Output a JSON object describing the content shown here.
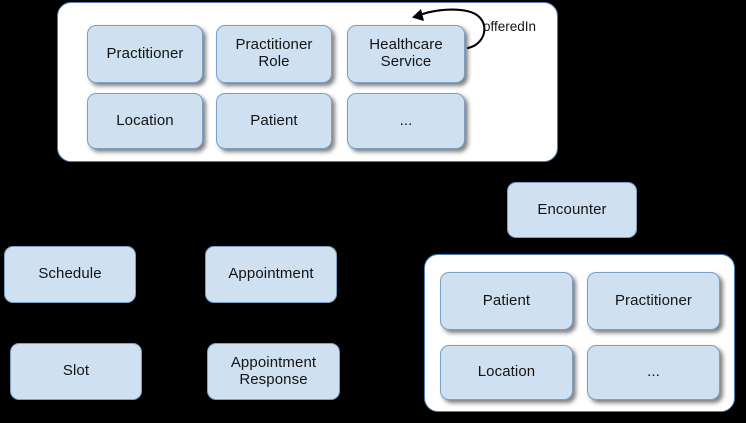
{
  "diagram": {
    "title": "FHIR scheduling resource grouping diagram",
    "background_color": "#000000",
    "box_fill": "#cfe0f1",
    "box_border": "#7ba0c4",
    "panel_fill": "#ffffff",
    "panel_border": "#4f81bd"
  },
  "top_panel": {
    "name": "top-resource-group",
    "boxes": [
      {
        "label": "Practitioner"
      },
      {
        "label": "Practitioner\nRole"
      },
      {
        "label": "Healthcare\nService"
      },
      {
        "label": "Location"
      },
      {
        "label": "Patient"
      },
      {
        "label": "..."
      }
    ]
  },
  "edge": {
    "label": "offeredIn",
    "type": "self-loop",
    "source": "Healthcare Service",
    "target": "Healthcare Service"
  },
  "encounter": {
    "label": "Encounter"
  },
  "left_column": {
    "boxes": [
      {
        "label": "Schedule"
      },
      {
        "label": "Slot"
      }
    ]
  },
  "middle_column": {
    "boxes": [
      {
        "label": "Appointment"
      },
      {
        "label": "Appointment\nResponse"
      }
    ]
  },
  "encounter_panel": {
    "name": "encounter-resource-group",
    "boxes": [
      {
        "label": "Patient"
      },
      {
        "label": "Practitioner"
      },
      {
        "label": "Location"
      },
      {
        "label": "..."
      }
    ]
  }
}
